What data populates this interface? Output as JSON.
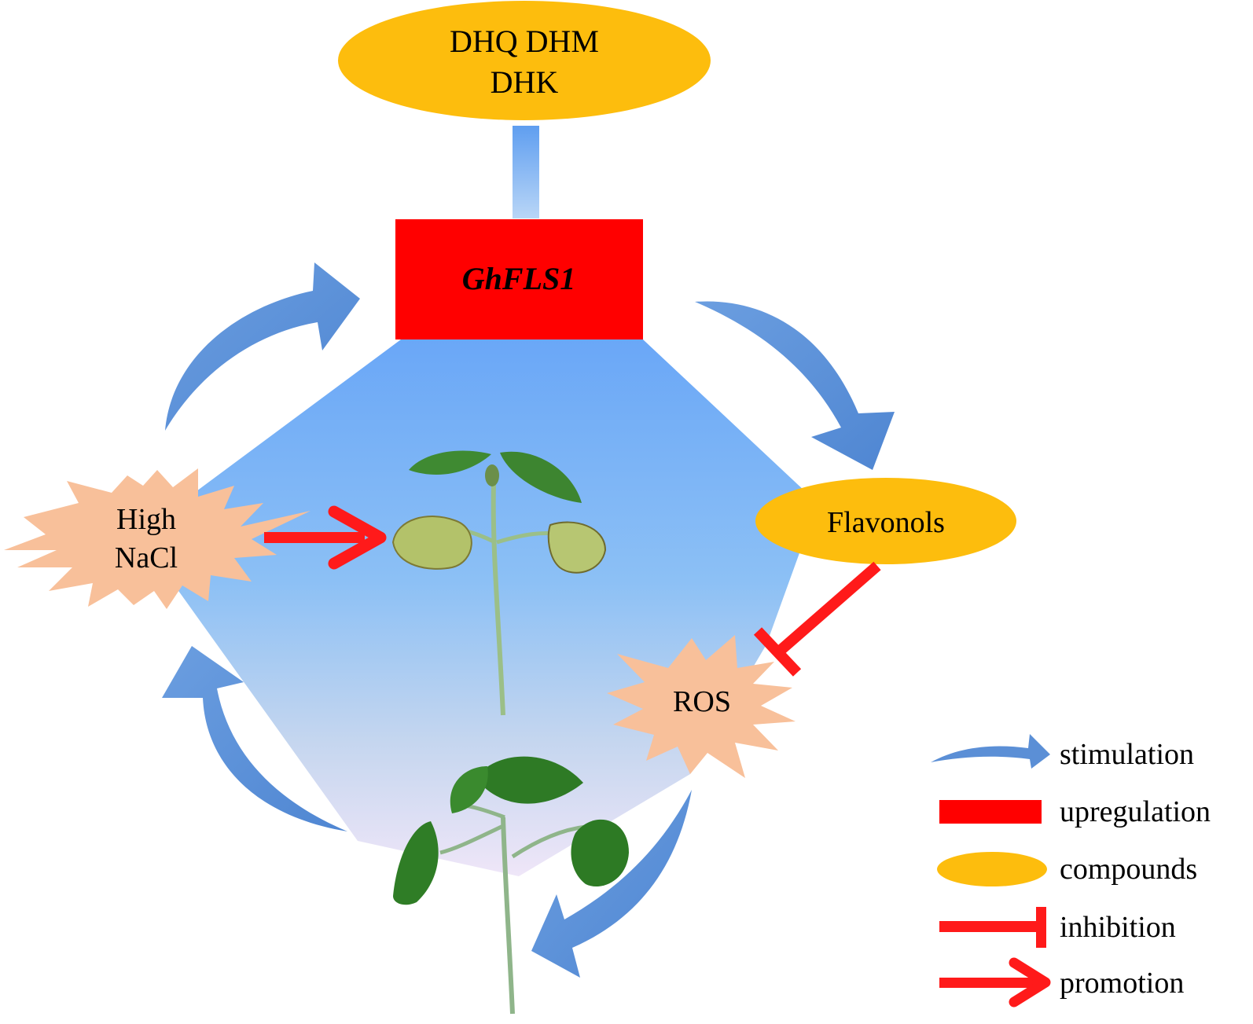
{
  "compound_top": {
    "line1": "DHQ DHM",
    "line2": "DHK"
  },
  "gene": {
    "label": "GhFLS1"
  },
  "flavonols": {
    "label": "Flavonols"
  },
  "salt": {
    "line1": "High",
    "line2": "NaCl"
  },
  "ros": {
    "label": "ROS"
  },
  "legend": {
    "stimulation": "stimulation",
    "upregulation": "upregulation",
    "compounds": "compounds",
    "inhibition": "inhibition",
    "promotion": "promotion"
  },
  "colors": {
    "arrow_blue": "#5b8fd6",
    "gene_red": "#ff0000",
    "compound_yellow": "#fdbd0d",
    "starburst_peach": "#f8c09a",
    "inhibit_red": "#ff1a1a",
    "diamond_top": "#6aa7f7",
    "diamond_bottom": "#efe6f8",
    "leaf_green": "#3f8a32",
    "wilted_leaf": "#b3c26a"
  },
  "icons": [
    "stimulation-arrow-icon",
    "upregulation-bar-icon",
    "compound-ellipse-icon",
    "inhibition-tbar-icon",
    "promotion-arrow-icon",
    "wilted-seedling-icon",
    "healthy-seedling-icon"
  ]
}
